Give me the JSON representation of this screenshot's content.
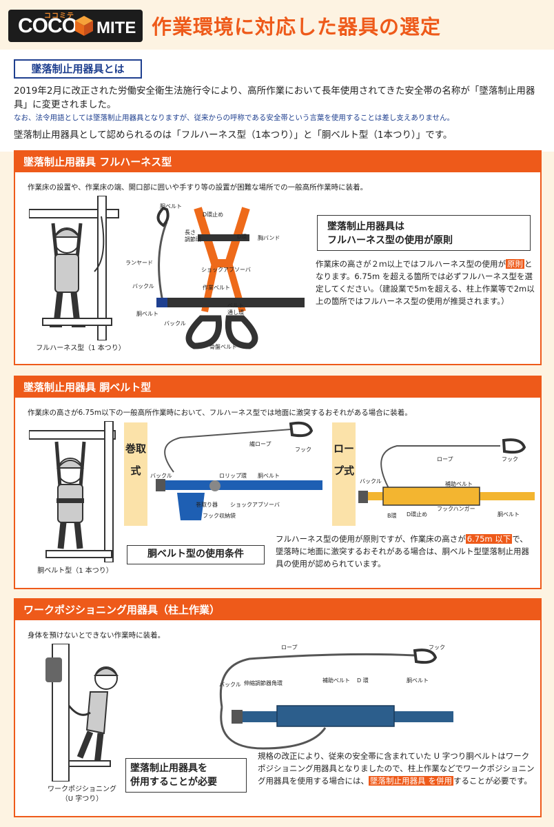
{
  "header": {
    "logo_co": "COCO",
    "logo_mite": "MITE",
    "logo_kana": "ココミテ",
    "title": "作業環境に対応した器具の選定"
  },
  "intro": {
    "tag": "墜落制止用器具とは",
    "p1": "2019年2月に改正された労働安全衛生法施行令により、高所作業において長年使用されてきた安全帯の名称が「墜落制止用器具」に変更されました。",
    "note": "なお、法令用語としては墜落制止用器具となりますが、従来からの呼称である安全帯という言葉を使用することは差し支えありません。",
    "p2": "墜落制止用器具として認められるのは「フルハーネス型（1本つり）」と「胴ベルト型（1本つり）」です。"
  },
  "sec1": {
    "title": "墜落制止用器具 フルハーネス型",
    "desc": "作業床の設置や、作業床の端、開口部に囲いや手すり等の設置が困難な場所での一般高所作業時に装着。",
    "figure_caption": "フルハーネス型（1 本つり）",
    "labels": {
      "l1": "胴ベルト",
      "l2": "D環止め",
      "l3": "長さ",
      "l3b": "調節環",
      "l4": "D環",
      "l5": "胸バンド",
      "l6": "ランヤード",
      "l7": "ショックアブソーバ",
      "l8": "バックル",
      "l9": "作業ベルト",
      "l10": "胴ベルト",
      "l11": "ベルト",
      "l11b": "通し環",
      "l12": "バックル",
      "l13": "骨盤ベルト"
    },
    "box1": "墜落制止用器具は",
    "box2": "フルハーネス型の使用が原則",
    "b_a": "作業床の高さが２ｍ以上ではフルハーネス型の使用が",
    "b_hl": "原則",
    "b_b": "となります。6.75m を超える箇所では必ずフルハーネス型を選定してください。（建設業で5mを超える、柱上作業等で2m以上の箇所ではフルハーネス型の使用が推奨されます。）"
  },
  "sec2": {
    "title": "墜落制止用器具 胴ベルト型",
    "desc": "作業床の高さが6.75m以下の一般高所作業時において、フルハーネス型では地面に激突するおそれがある場合に装着。",
    "figure_caption": "胴ベルト型（1 本つり）",
    "label_reel": "巻取式",
    "label_rope": "ロープ式",
    "reel_labels": {
      "a": "繊ロープ",
      "b": "フック",
      "c": "バックル",
      "d": "ロリップ環",
      "e": "胴ベルト",
      "f": "巻取り器",
      "g": "ショックアブソーバ",
      "h": "フック収納袋"
    },
    "rope_labels": {
      "a": "ロープ",
      "b": "フック",
      "c": "バックル",
      "d": "補助ベルト",
      "e": "B環",
      "f": "D環止め",
      "g": "フックハンガー",
      "h": "胴ベルト"
    },
    "box": "胴ベルト型の使用条件",
    "b_a": "フルハーネス型の使用が原則ですが、作業床の高さが",
    "b_hl": "6.75m 以下",
    "b_b": "で、墜落時に地面に激突するおそれがある場合は、胴ベルト型墜落制止用器具の使用が認められています。"
  },
  "sec3": {
    "title": "ワークポジショニング用器具（柱上作業）",
    "desc": "身体を預けないとできない作業時に装着。",
    "figure_caption1": "ワークポジショニング",
    "figure_caption2": "（U 字つり）",
    "labels": {
      "a": "ロープ",
      "b": "フック",
      "c": "バックル",
      "d": "伸縮調節器",
      "e": "角環",
      "f": "補助ベルト",
      "g": "D 環",
      "h": "胴ベルト"
    },
    "box1": "墜落制止用器具を",
    "box2": "併用することが必要",
    "b_a": "規格の改正により、従来の安全帯に含まれていた U 字つり胴ベルトはワークポジショニング用器具となりましたので、柱上作業などでワークポジショニング用器具を使用する場合には、",
    "b_hl1": "墜落制止用器具",
    "b_hl2": "を併用",
    "b_b": "することが必要です。"
  },
  "colors": {
    "accent": "#ee5a1a",
    "navy": "#1e3f8f",
    "cream": "#fbe2a9",
    "bg": "#fdf3e2"
  }
}
